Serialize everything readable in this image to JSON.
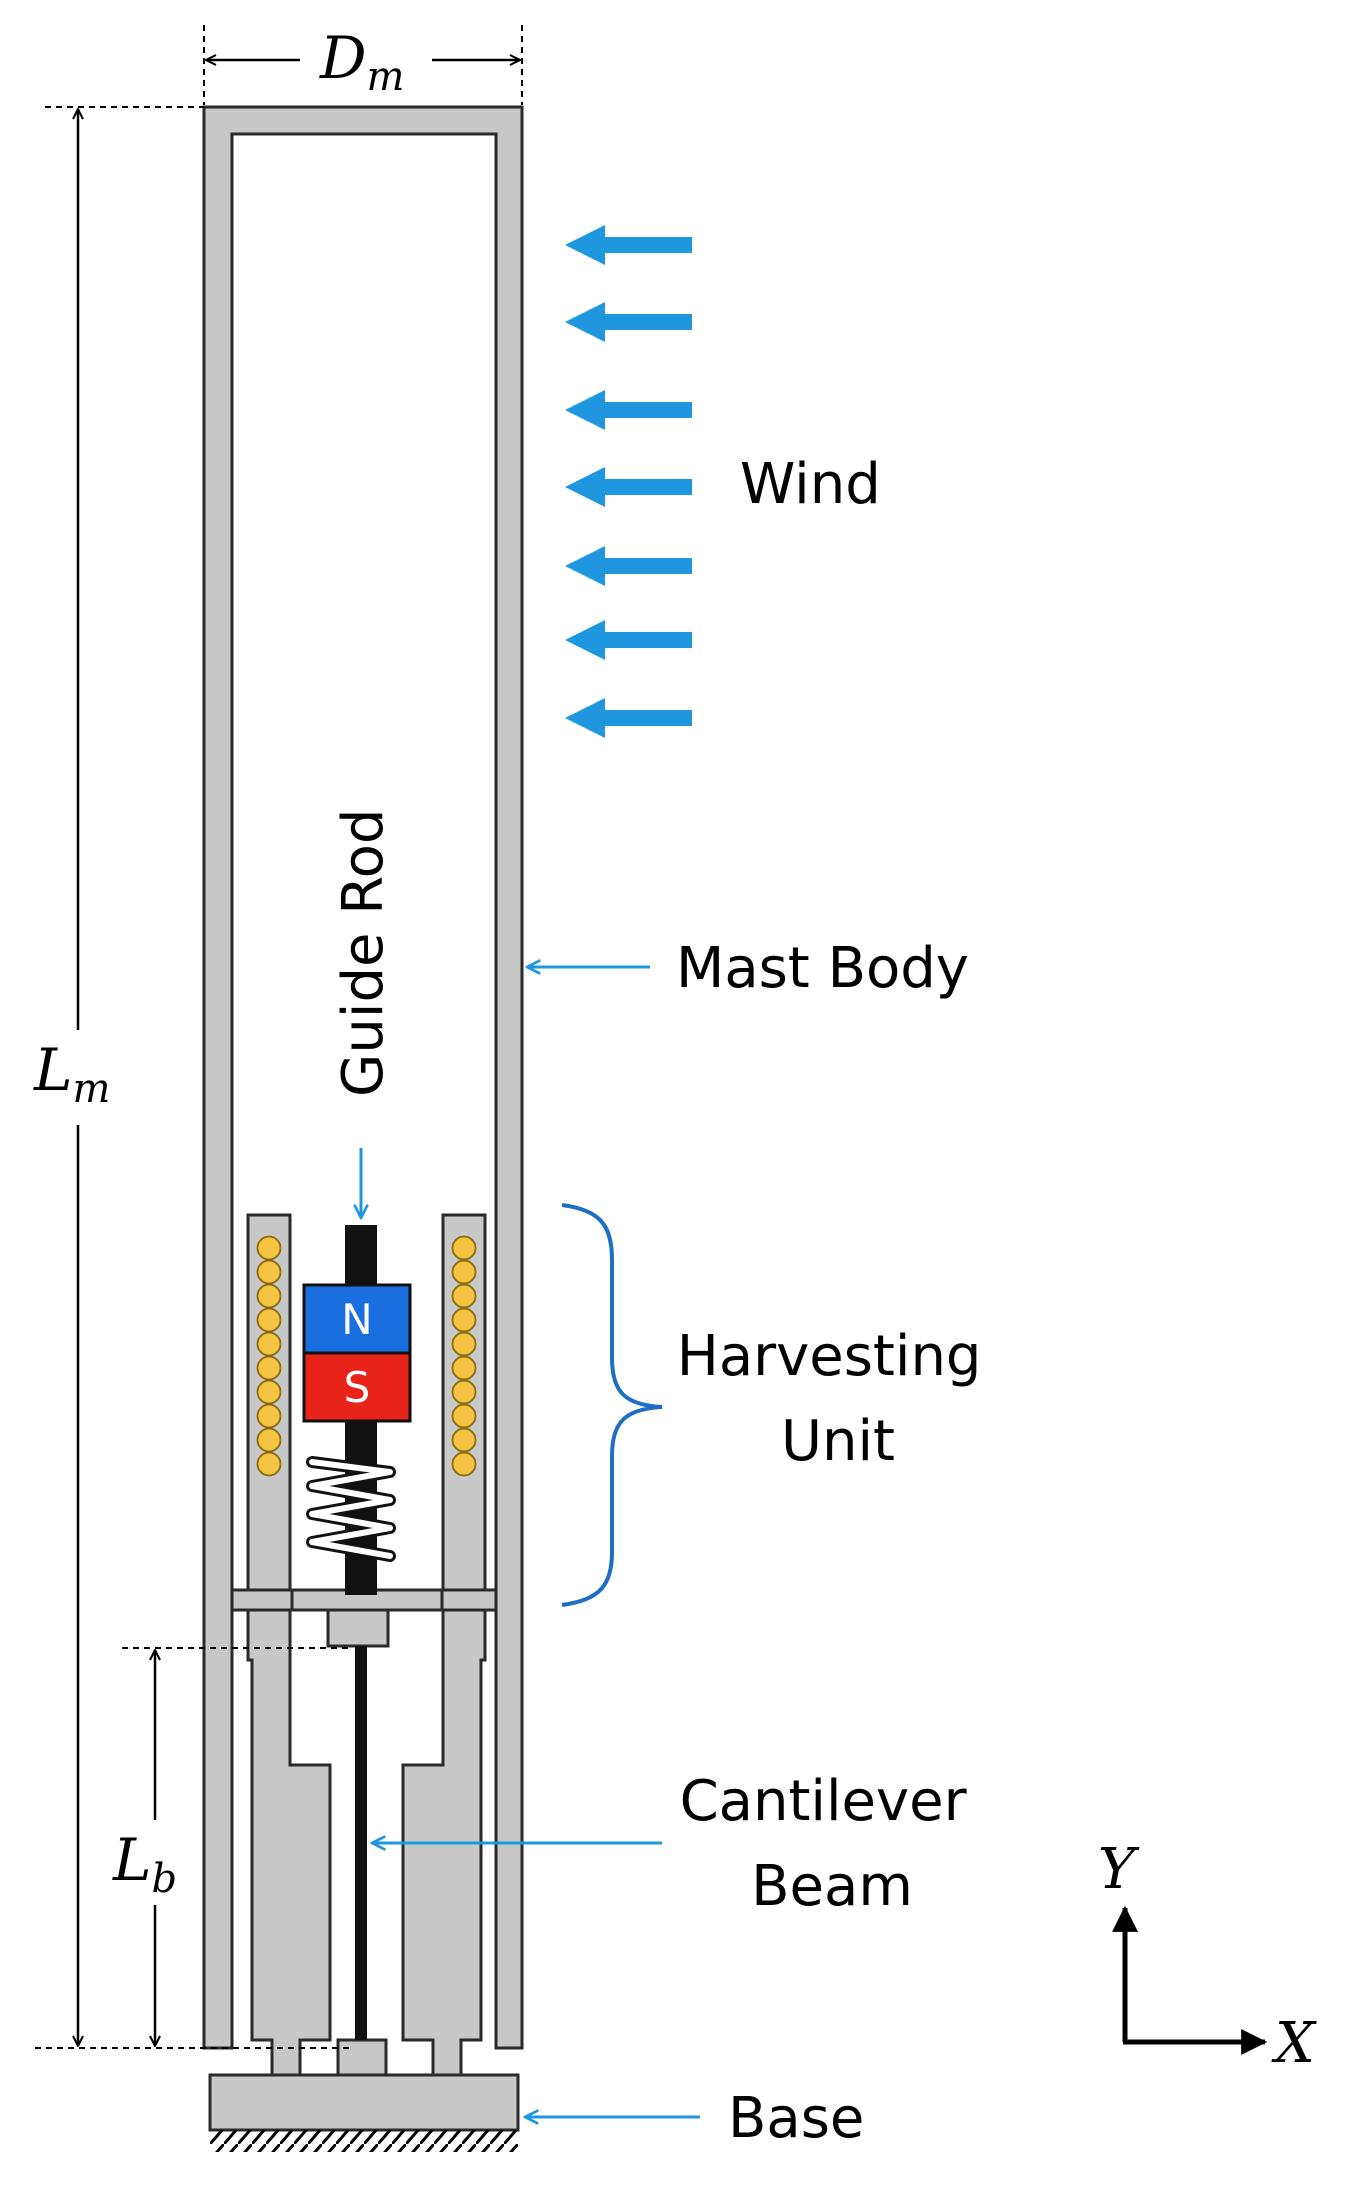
{
  "dimensions": {
    "mast_diameter": {
      "main": "D",
      "sub": "m"
    },
    "mast_length": {
      "main": "L",
      "sub": "m"
    },
    "beam_length": {
      "main": "L",
      "sub": "b"
    }
  },
  "labels": {
    "wind": "Wind",
    "guide_rod": "Guide Rod",
    "mast_body": "Mast Body",
    "harvesting_unit_line1": "Harvesting",
    "harvesting_unit_line2": "Unit",
    "cantilever_beam_line1": "Cantilever",
    "cantilever_beam_line2": "Beam",
    "base": "Base"
  },
  "magnet": {
    "north": "N",
    "south": "S"
  },
  "axes": {
    "x": "X",
    "y": "Y"
  },
  "colors": {
    "wind_arrow": "#1f97df",
    "callout": "#1f97df",
    "brace": "#1e6fc4",
    "magnet_north": "#1a6fe0",
    "magnet_south": "#e8231a",
    "coil": "#f5c342",
    "structure": "#c8c8c8"
  },
  "wind_arrow_count": 7
}
